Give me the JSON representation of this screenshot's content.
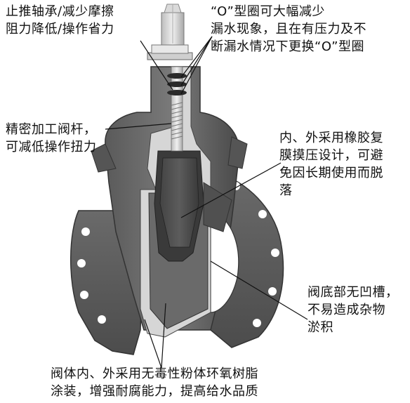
{
  "callouts": {
    "bearing": {
      "lines": [
        "止推轴承/减少摩擦",
        "阻力降低/操作省力"
      ]
    },
    "oring": {
      "lines": [
        "“O”型圈可大幅减少",
        "漏水现象，且在有压力及不",
        "断漏水情况下更换“O”型圈"
      ]
    },
    "stem": {
      "lines": [
        "精密加工阀杆，",
        "可减低操作扭力"
      ]
    },
    "rubber": {
      "lines": [
        "内、外采用橡胶复",
        "膜摸压设计，可避",
        "免因长期使用而脱",
        "落"
      ]
    },
    "bottom": {
      "lines": [
        "阀底部无凹槽，",
        "不易造成杂物",
        "淤积"
      ]
    },
    "coating": {
      "lines": [
        "阀体内、外采用无毒性粉体环氧树脂",
        "涂装，增强耐腐能力，提高给水品质"
      ]
    }
  },
  "colors": {
    "body_dark": "#4a4a4a",
    "body_mid": "#6e6e6e",
    "body_light": "#9a9a9a",
    "cut_face": "#d8d8d8",
    "rubber": "#3a3a3a",
    "stem_light": "#e6e6e6",
    "leader": "#111111"
  }
}
